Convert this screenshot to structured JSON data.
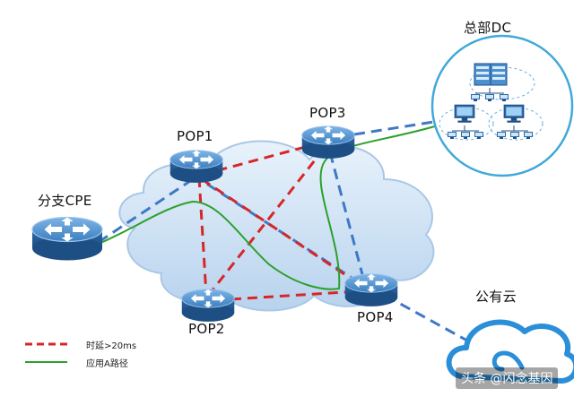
{
  "nodes": {
    "branch_cpe": "分支CPE",
    "pop1": "POP1",
    "pop2": "POP2",
    "pop3": "POP3",
    "pop4": "POP4",
    "hq_dc": "总部DC",
    "public_cloud": "公有云"
  },
  "legend": {
    "latency_label": "时延>20ms",
    "path_a_label": "应用A路径"
  },
  "watermark": "头条 @闪念基因",
  "colors": {
    "latency_line": "#d62728",
    "path_a_line": "#2ca02c",
    "link_line": "#3f78c4",
    "router_top": "#5b9bd5",
    "router_body": "#2e6da4",
    "cloud_fill": "#c9def2",
    "dc_ring": "#3fa9d9"
  },
  "icons": {
    "router": "router-icon",
    "dc": "datacenter-icon",
    "public_cloud": "public-cloud-icon"
  }
}
